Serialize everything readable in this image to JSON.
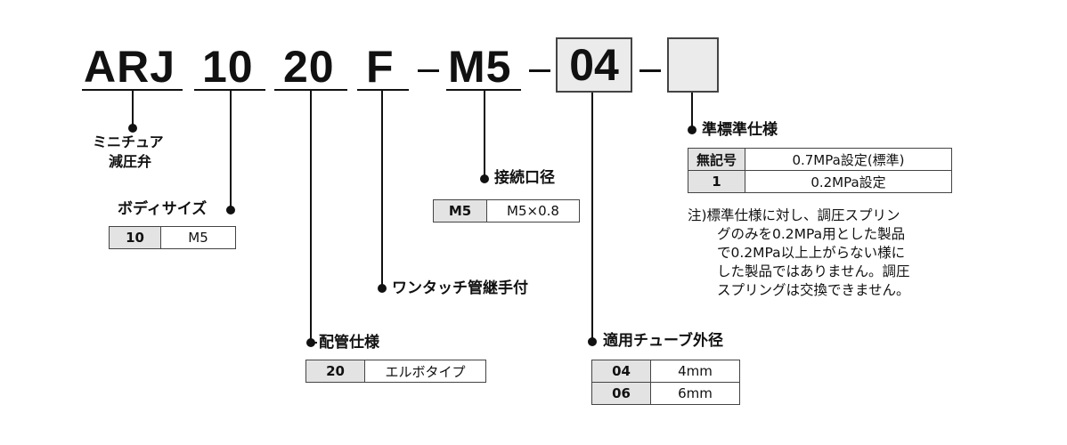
{
  "model_code": {
    "segments": [
      "ARJ",
      "10",
      "20",
      "F",
      "M5",
      "04",
      ""
    ],
    "separator": "−"
  },
  "sections": {
    "series": {
      "label_line1": "ミニチュア",
      "label_line2": "減圧弁"
    },
    "body_size": {
      "label": "ボディサイズ",
      "rows": [
        {
          "code": "10",
          "value": "M5"
        }
      ]
    },
    "piping": {
      "label": "配管仕様",
      "rows": [
        {
          "code": "20",
          "value": "エルボタイプ"
        }
      ]
    },
    "fitting": {
      "label": "ワンタッチ管継手付"
    },
    "port": {
      "label": "接続口径",
      "rows": [
        {
          "code": "M5",
          "value": "M5×0.8"
        }
      ]
    },
    "tube": {
      "label": "適用チューブ外径",
      "rows": [
        {
          "code": "04",
          "value": "4mm"
        },
        {
          "code": "06",
          "value": "6mm"
        }
      ]
    },
    "semi_standard": {
      "label": "準標準仕様",
      "rows": [
        {
          "code": "無記号",
          "value": "0.7MPa設定(標準)"
        },
        {
          "code": "1",
          "value": "0.2MPa設定"
        }
      ],
      "note_lines": [
        "注)標準仕様に対し、調圧スプリン",
        "グのみを0.2MPa用とした製品",
        "で0.2MPa以上上がらない様に",
        "した製品ではありません。調圧",
        "スプリングは交換できません。"
      ]
    }
  }
}
